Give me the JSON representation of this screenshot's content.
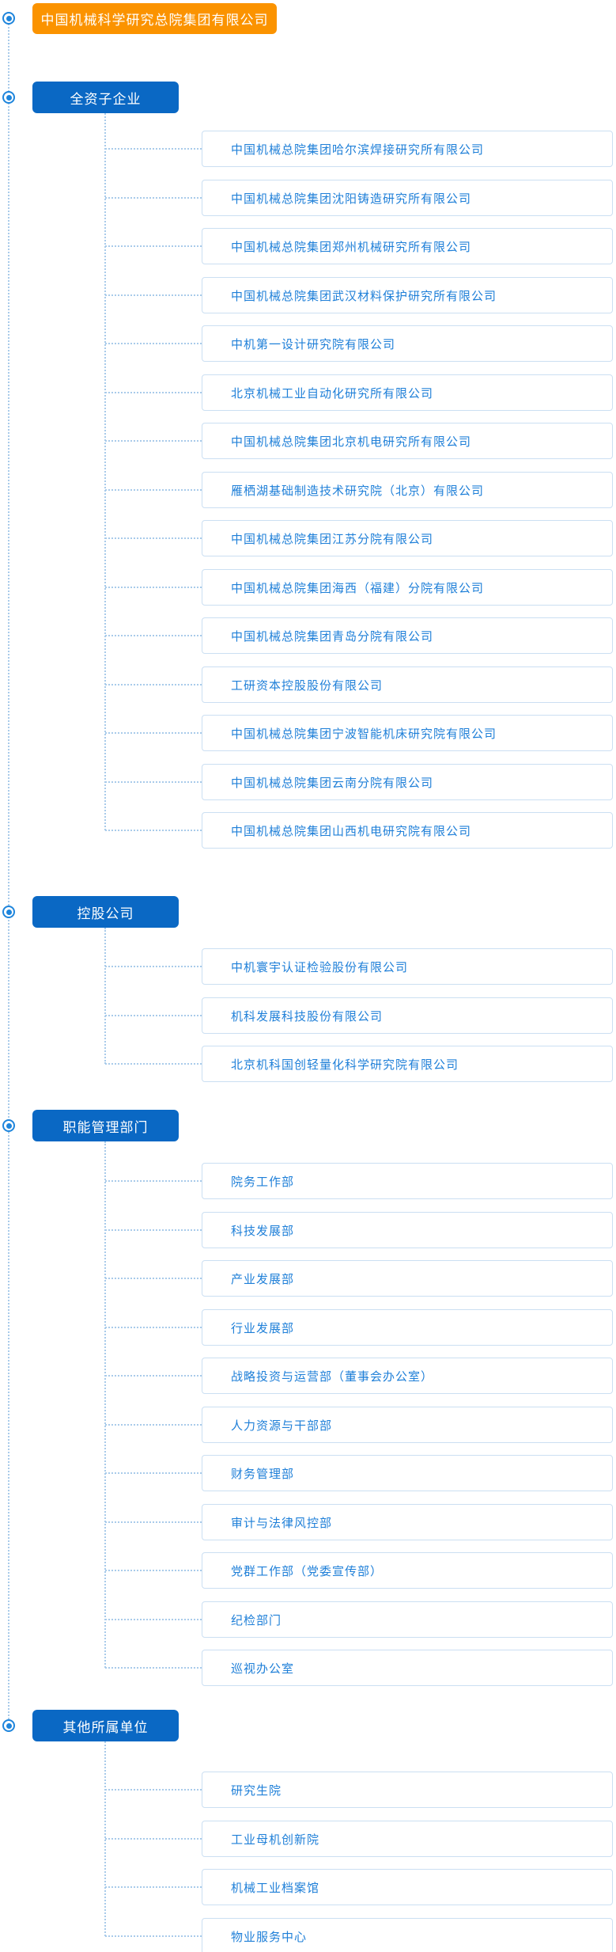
{
  "root": {
    "label": "中国机械科学研究总院集团有限公司"
  },
  "colors": {
    "root_bg": "#FB9300",
    "section_bg": "#0A68C4",
    "item_text": "#1E7FD8",
    "item_border": "#CBDFF2",
    "connector": "#A9CBEA",
    "radio": "#1E85DC"
  },
  "sections": [
    {
      "label": "全资子企业",
      "items": [
        "中国机械总院集团哈尔滨焊接研究所有限公司",
        "中国机械总院集团沈阳铸造研究所有限公司",
        "中国机械总院集团郑州机械研究所有限公司",
        "中国机械总院集团武汉材料保护研究所有限公司",
        "中机第一设计研究院有限公司",
        "北京机械工业自动化研究所有限公司",
        "中国机械总院集团北京机电研究所有限公司",
        "雁栖湖基础制造技术研究院（北京）有限公司",
        "中国机械总院集团江苏分院有限公司",
        "中国机械总院集团海西（福建）分院有限公司",
        "中国机械总院集团青岛分院有限公司",
        "工研资本控股股份有限公司",
        "中国机械总院集团宁波智能机床研究院有限公司",
        "中国机械总院集团云南分院有限公司",
        "中国机械总院集团山西机电研究院有限公司"
      ]
    },
    {
      "label": "控股公司",
      "items": [
        "中机寰宇认证检验股份有限公司",
        "机科发展科技股份有限公司",
        "北京机科国创轻量化科学研究院有限公司"
      ]
    },
    {
      "label": "职能管理部门",
      "items": [
        "院务工作部",
        "科技发展部",
        "产业发展部",
        "行业发展部",
        "战略投资与运营部（董事会办公室）",
        "人力资源与干部部",
        "财务管理部",
        "审计与法律风控部",
        "党群工作部（党委宣传部）",
        "纪检部门",
        "巡视办公室"
      ]
    },
    {
      "label": "其他所属单位",
      "items": [
        "研究生院",
        "工业母机创新院",
        "机械工业档案馆",
        "物业服务中心"
      ]
    }
  ]
}
